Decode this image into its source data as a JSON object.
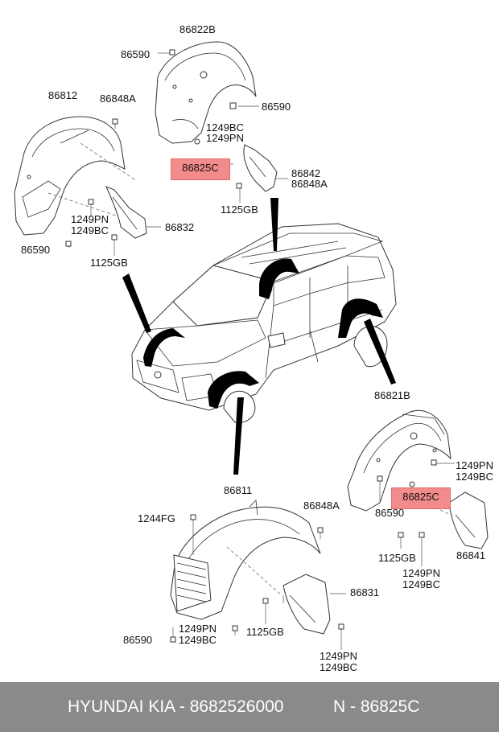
{
  "labels": {
    "l_86822B": "86822B",
    "l_86590_a": "86590",
    "l_86590_b": "86590",
    "l_86812": "86812",
    "l_86848A_a": "86848A",
    "l_1249BC_a": "1249BC",
    "l_1249PN_a": "1249PN",
    "l_86842": "86842",
    "l_86848A_b": "86848A",
    "l_1125GB_a": "1125GB",
    "l_1249PN_b": "1249PN",
    "l_1249BC_b": "1249BC",
    "l_86832": "86832",
    "l_86590_c": "86590",
    "l_1125GB_b": "1125GB",
    "l_86821B": "86821B",
    "l_1249PN_c": "1249PN",
    "l_1249BC_c": "1249BC",
    "l_86590_d": "86590",
    "l_86811": "86811",
    "l_86848A_c": "86848A",
    "l_1244FG": "1244FG",
    "l_1125GB_c": "1125GB",
    "l_86841": "86841",
    "l_1249PN_d": "1249PN",
    "l_1249BC_d": "1249BC",
    "l_86831": "86831",
    "l_86590_e": "86590",
    "l_1249PN_e": "1249PN",
    "l_1249BC_e": "1249BC",
    "l_1125GB_d": "1125GB",
    "l_1249PN_f": "1249PN",
    "l_1249BC_f": "1249BC"
  },
  "highlights": {
    "top": "86825C",
    "right": "86825C"
  },
  "footer": {
    "brand_part": "HYUNDAI  KIA - 8682526000",
    "ref": "N - 86825C"
  },
  "colors": {
    "highlight": "#f28b8b",
    "footer_bg": "#8a8a8a",
    "footer_text": "#ffffff"
  }
}
